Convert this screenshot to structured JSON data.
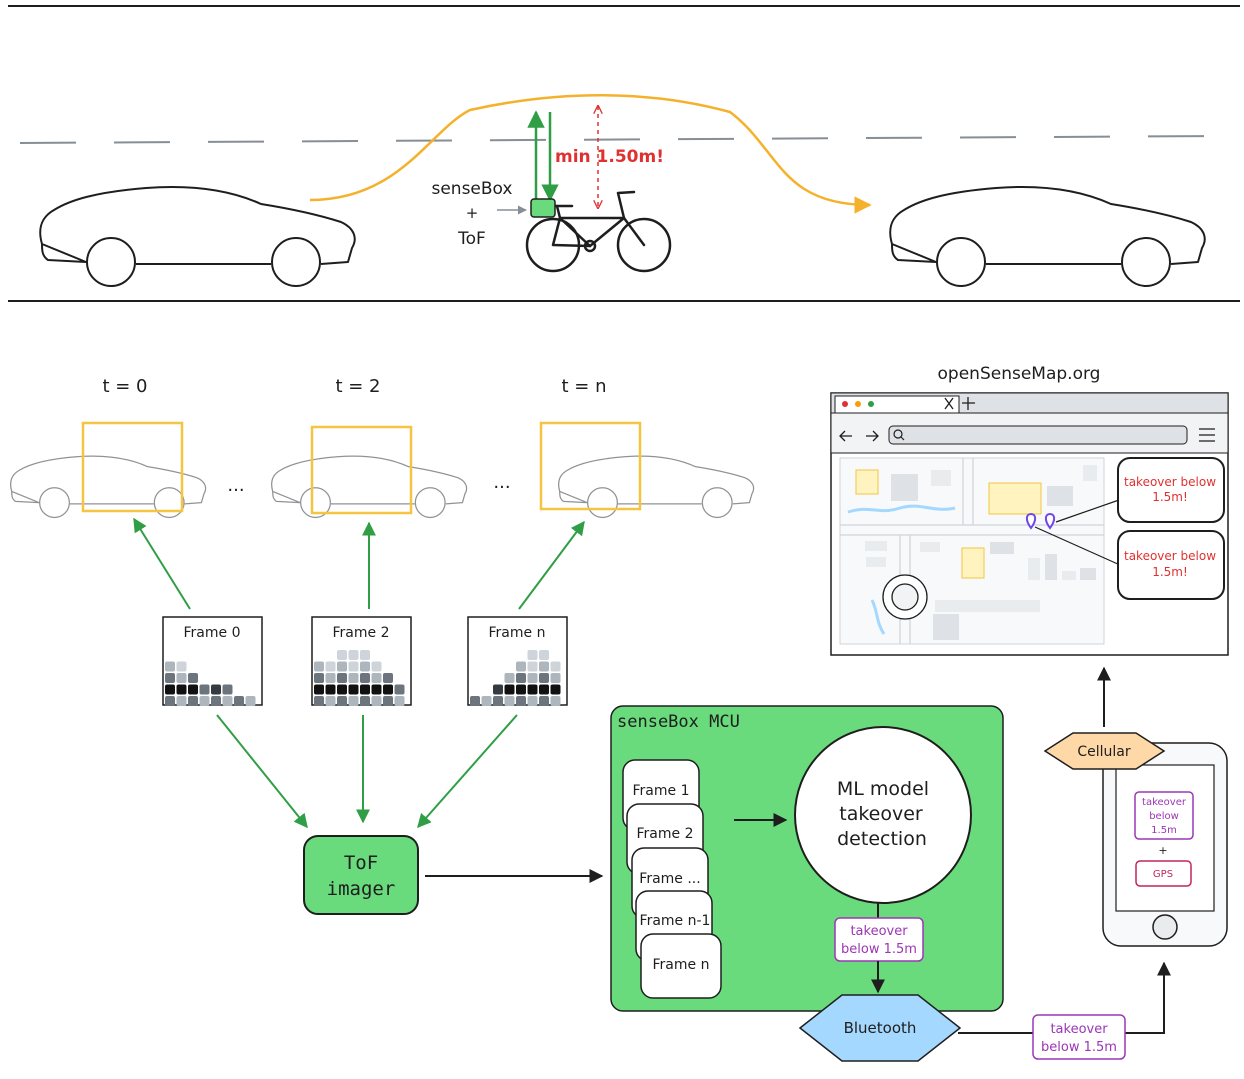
{
  "road": {
    "min_distance_label": "min 1.50m!",
    "sensor_label": [
      "senseBox",
      "+",
      "ToF"
    ]
  },
  "timesteps": [
    "t = 0",
    "t = 2",
    "t = n"
  ],
  "ellipsis": "...",
  "frames": [
    {
      "label": "Frame 0",
      "heights": [
        4,
        4,
        3,
        2,
        2,
        2,
        1,
        1
      ]
    },
    {
      "label": "Frame 2",
      "heights": [
        4,
        4,
        5,
        5,
        5,
        4,
        3,
        2
      ]
    },
    {
      "label": "Frame n",
      "heights": [
        1,
        1,
        2,
        3,
        4,
        5,
        5,
        4
      ]
    }
  ],
  "imager": {
    "line1": "ToF",
    "line2": "imager"
  },
  "mcu": {
    "title": "senseBox MCU",
    "stack": [
      "Frame 1",
      "Frame 2",
      "Frame ...",
      "Frame n-1",
      "Frame n"
    ],
    "model": [
      "ML model",
      "takeover",
      "detection"
    ],
    "output": [
      "takeover",
      "below 1.5m"
    ]
  },
  "bluetooth": "Bluetooth",
  "bt_output": [
    "takeover",
    "below 1.5m"
  ],
  "cellular": "Cellular",
  "phone": {
    "event": [
      "takeover",
      "below",
      "1.5m"
    ],
    "plus": "+",
    "gps": "GPS"
  },
  "web": {
    "site": "openSenseMap.org",
    "popups": [
      [
        "takeover below",
        "1.5m!"
      ],
      [
        "takeover below",
        "1.5m!"
      ]
    ]
  },
  "colors": {
    "green_box": "#69db7c",
    "green_arrow": "#2f9e44",
    "orange_path": "#f5b12b",
    "yellow_box": "#f5c542",
    "red": "#e03131",
    "purple": "#9c36b5",
    "bluetooth": "#a5d8ff",
    "cellular": "#ffd8a8",
    "pin": "#7048e8"
  }
}
